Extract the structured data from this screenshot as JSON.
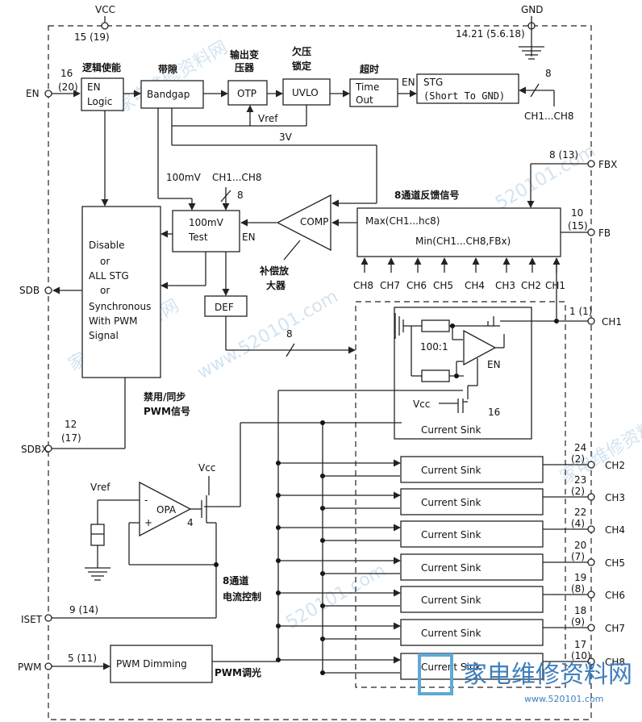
{
  "pins": {
    "vcc": {
      "label": "VCC",
      "num": "15 (19)"
    },
    "gnd": {
      "label": "GND",
      "num": "14.21 (5.6.18)"
    },
    "en": {
      "label": "EN",
      "num1": "16",
      "num2": "(20)"
    },
    "fbx": {
      "label": "FBX",
      "num": "8 (13)"
    },
    "fb": {
      "label": "FB",
      "num1": "10",
      "num2": "(15)"
    },
    "sdb": {
      "label": "SDB"
    },
    "sdbx": {
      "label": "SDBX",
      "num1": "12",
      "num2": "(17)"
    },
    "iset": {
      "label": "ISET",
      "num": "9 (14)"
    },
    "pwm": {
      "label": "PWM",
      "num": "5 (11)"
    },
    "ch1": {
      "label": "CH1",
      "num": "1 (1)"
    },
    "ch2": {
      "label": "CH2",
      "num1": "24",
      "num2": "(2)"
    },
    "ch3": {
      "label": "CH3",
      "num1": "23",
      "num2": "(2)"
    },
    "ch4": {
      "label": "CH4",
      "num1": "22",
      "num2": "(4)"
    },
    "ch5": {
      "label": "CH5",
      "num1": "20",
      "num2": "(7)"
    },
    "ch6": {
      "label": "CH6",
      "num1": "19",
      "num2": "(8)"
    },
    "ch7": {
      "label": "CH7",
      "num1": "18",
      "num2": "(9)"
    },
    "ch8": {
      "label": "CH8",
      "num1": "17",
      "num2": "(10)"
    }
  },
  "blocks": {
    "en_logic": {
      "cn": "逻辑使能",
      "l1": "EN",
      "l2": "Logic"
    },
    "bandgap": {
      "cn": "带隙",
      "label": "Bandgap"
    },
    "otp": {
      "cn1": "输出变",
      "cn2": "压器",
      "label": "OTP"
    },
    "uvlo": {
      "cn1": "欠压",
      "cn2": "锁定",
      "label": "UVLO"
    },
    "timeout": {
      "cn": "超时",
      "l1": "Time",
      "l2": "Out",
      "en": "EN"
    },
    "stg": {
      "l1": "STG",
      "l2": "(Short To GND)",
      "bus": "8",
      "chs": "CH1...CH8"
    },
    "test": {
      "l1": "100mV",
      "l2": "Test",
      "en": "EN",
      "in_label": "100mV",
      "chs": "CH1...CH8",
      "bus": "8"
    },
    "comp": {
      "label": "COMP",
      "cn1": "补偿放",
      "cn2": "大器"
    },
    "feedback": {
      "title": "8通道反馈信号",
      "l1": "Max(CH1...hc8)",
      "l2": "Min(CH1...CH8,FBx)"
    },
    "disable": {
      "l1": "Disable",
      "l2": "or",
      "l3": "ALL STG",
      "l4": "or",
      "l5": "Synchronous",
      "l6": "With PWM",
      "l7": "Signal"
    },
    "def": {
      "label": "DEF",
      "bus": "8"
    },
    "sdb_note": {
      "l1": "禁用/同步",
      "l2": "PWM信号"
    },
    "opa": {
      "label": "OPA",
      "vref": "Vref",
      "vcc": "Vcc",
      "minus": "-",
      "plus": "+",
      "pin4": "4"
    },
    "channel_ctrl": {
      "l1": "8通道",
      "l2": "电流控制"
    },
    "pwm_dim": {
      "label": "PWM Dimming",
      "out": "PWM调光"
    },
    "ch1_detail": {
      "ratio": "100:1",
      "en": "EN",
      "vcc": "Vcc",
      "pin16": "16",
      "sink": "Current Sink"
    }
  },
  "signals": {
    "vref": "Vref",
    "v3": "3V"
  },
  "fb_inputs": [
    "CH8",
    "CH7",
    "CH6",
    "CH5",
    "CH4",
    "CH3",
    "CH2",
    "CH1"
  ],
  "sinks": [
    "Current Sink",
    "Current Sink",
    "Current Sink",
    "Current Sink",
    "Current Sink",
    "Current Sink",
    "Current Sink"
  ],
  "watermark": {
    "url": "www.520101.com",
    "brand": "家电维修资料网",
    "site": "520101.com",
    "logo": "家电维修资料网",
    "logo_url": "www.520101.com"
  }
}
